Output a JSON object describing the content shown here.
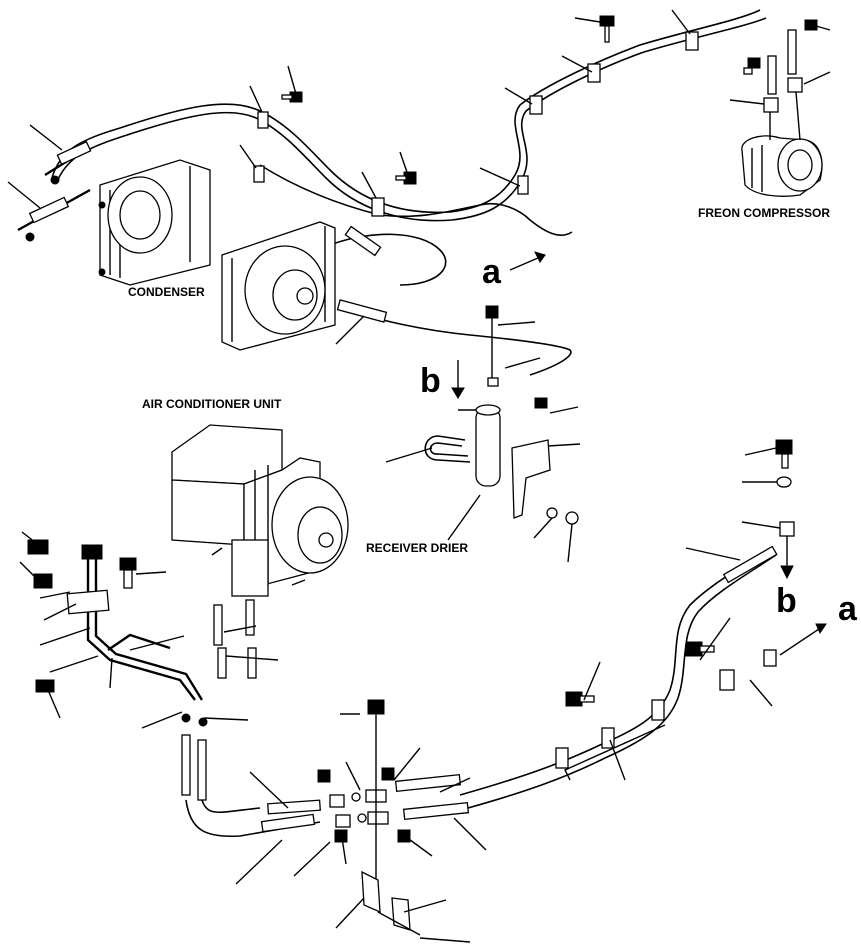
{
  "labels": {
    "condenser": "CONDENSER",
    "freon_compressor": "FREON COMPRESSOR",
    "air_conditioner_unit": "AIR CONDITIONER UNIT",
    "receiver_drier": "RECEIVER DRIER"
  },
  "markers": {
    "a_top": "a",
    "b_mid": "b",
    "b_right": "b",
    "a_right": "a"
  },
  "colors": {
    "line": "#000000",
    "background": "#ffffff"
  }
}
